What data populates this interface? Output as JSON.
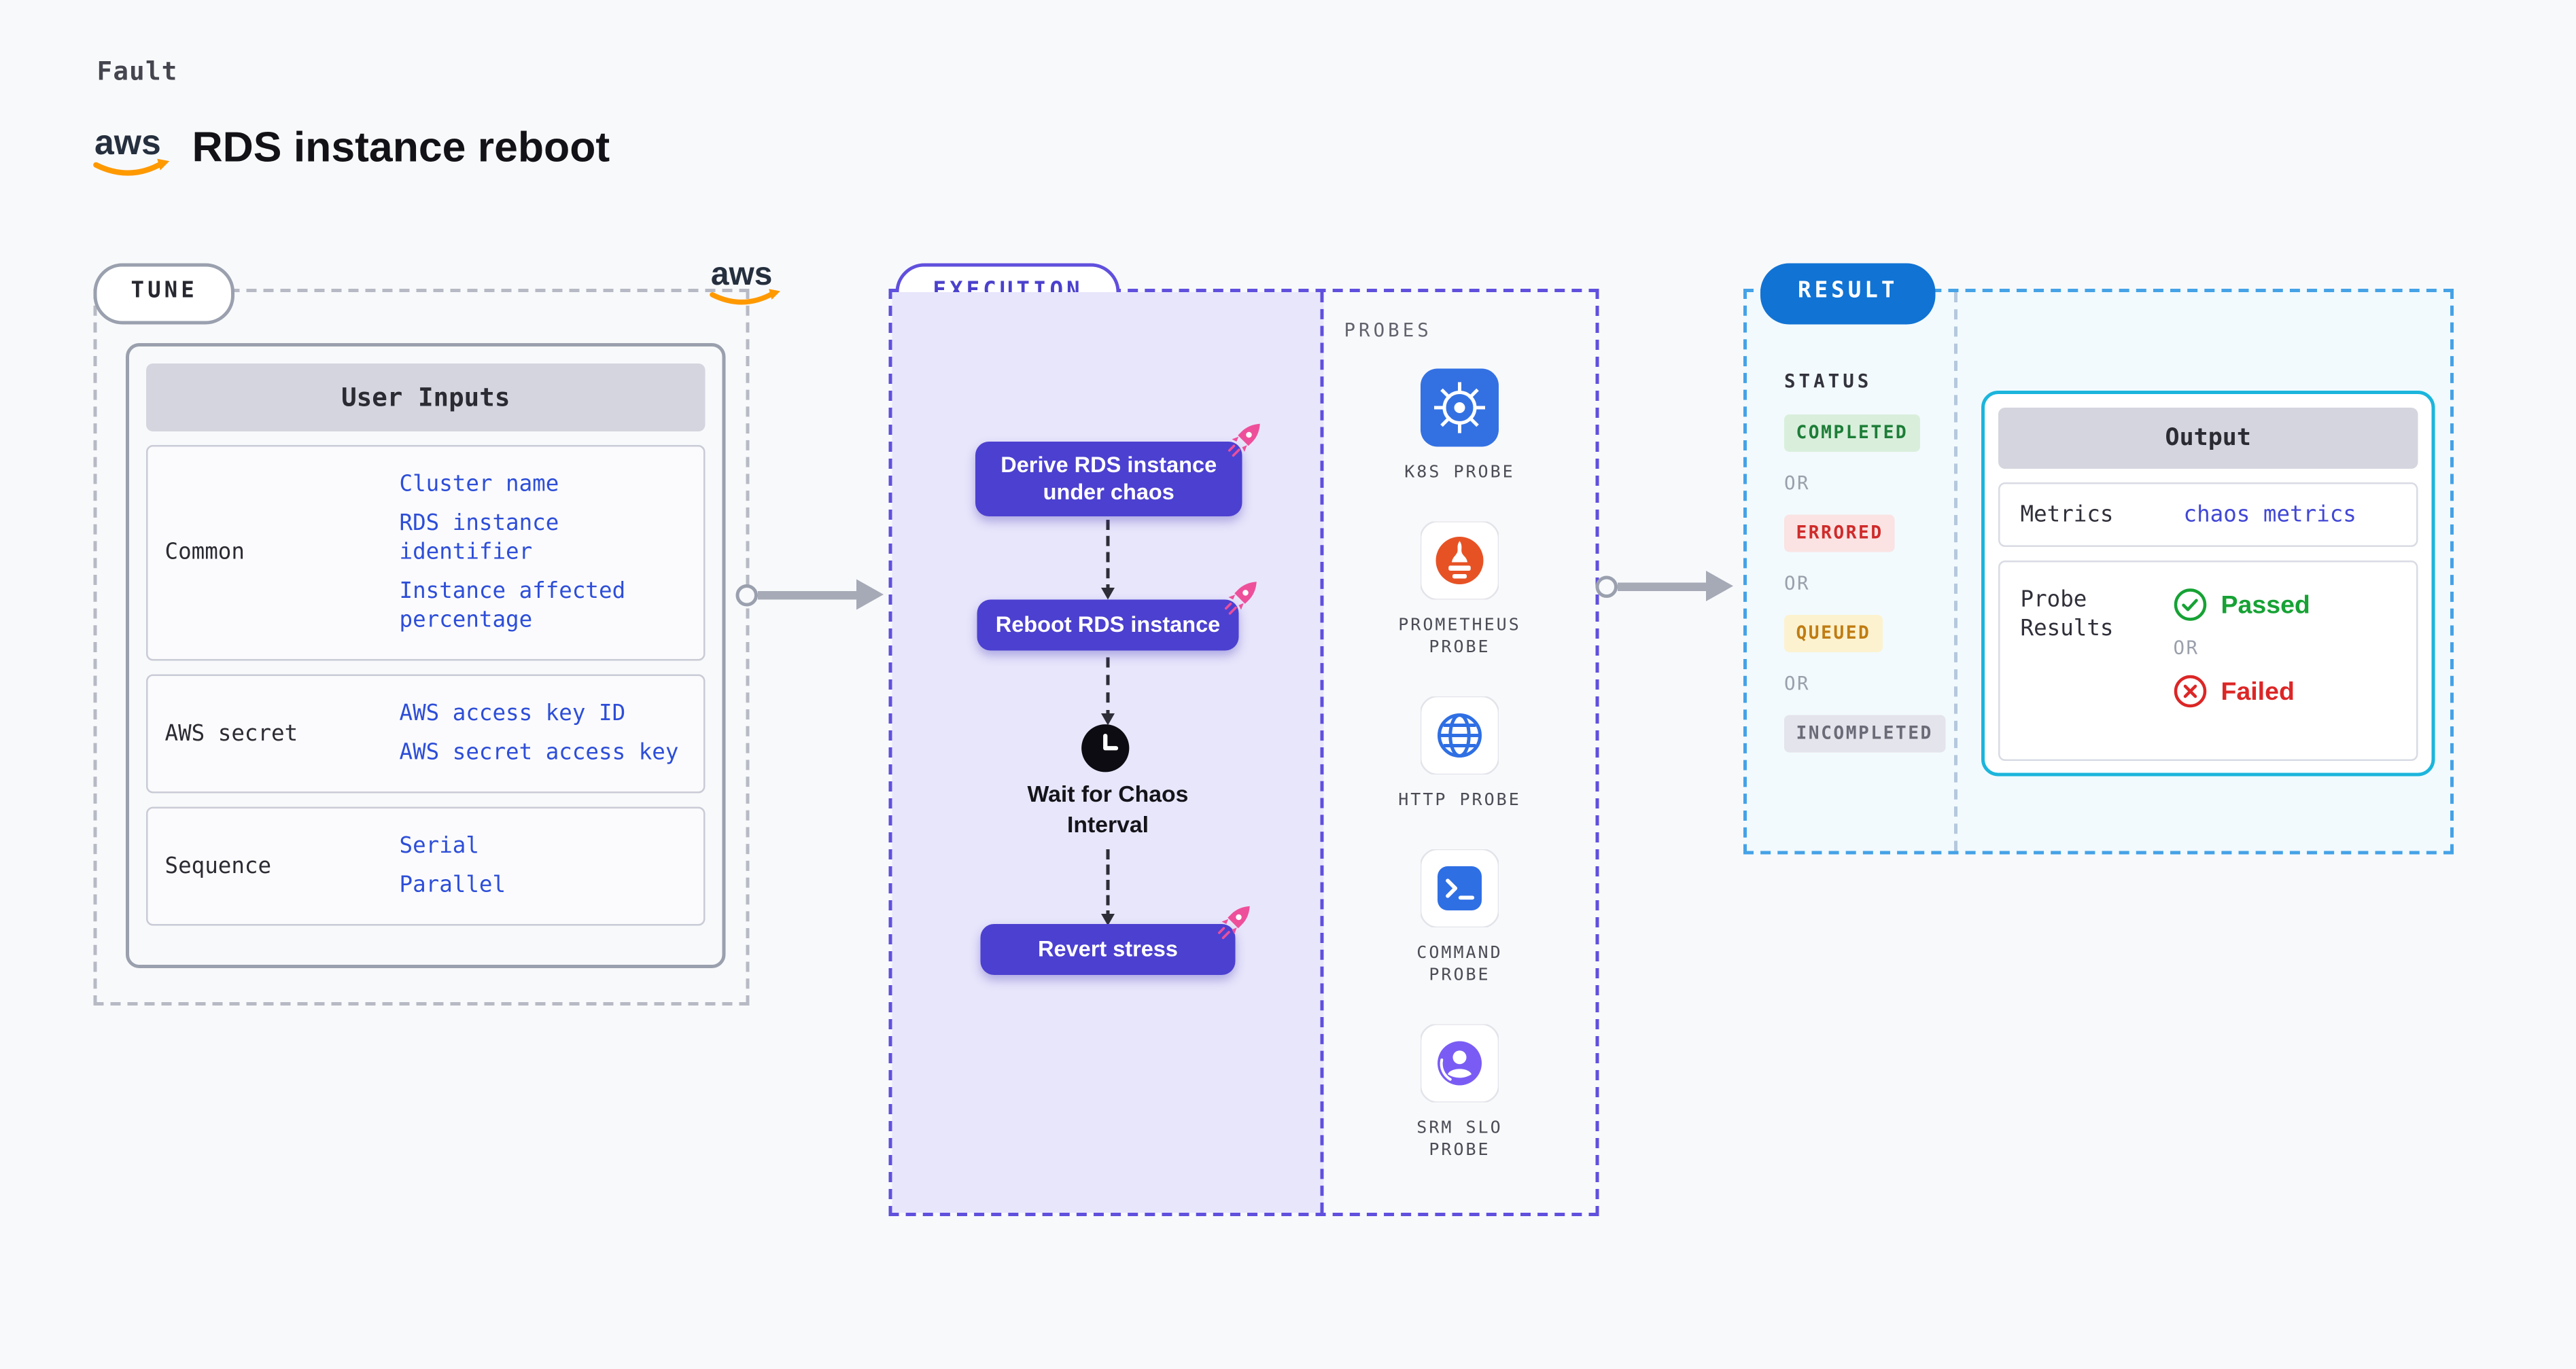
{
  "colors": {
    "bg": "#f8f9fb",
    "node-purple": "#4c40d0",
    "execution-fill": "#e8e6fb",
    "execution-border": "#6050dd",
    "result-blue": "#1173d4",
    "result-border": "#45a2e6",
    "result-fill": "#f2fafd",
    "output-border": "#1cb5dc",
    "link-blue": "#2d4ed8",
    "header-bar": "#d5d5df",
    "badge-completed-bg": "#d9efdc",
    "badge-completed-fg": "#1d7d37",
    "badge-errored-bg": "#fbe3e3",
    "badge-errored-fg": "#cf2b2b",
    "badge-queued-bg": "#fcf2cf",
    "badge-queued-fg": "#c07c12",
    "badge-incompleted-bg": "#e4e4ec",
    "badge-incompleted-fg": "#6b6b78",
    "passed-green": "#16a234",
    "failed-red": "#dc2626",
    "rocket-pink": "#ee4f9b",
    "aws-orange": "#ff9900"
  },
  "header": {
    "kicker": "Fault",
    "title": "RDS instance reboot"
  },
  "logos": {
    "aws_text": "aws"
  },
  "tune": {
    "label": "TUNE",
    "table_title": "User Inputs",
    "rows": [
      {
        "label": "Common",
        "values": [
          "Cluster name",
          "RDS instance identifier",
          "Instance affected percentage"
        ]
      },
      {
        "label": "AWS secret",
        "values": [
          "AWS access key ID",
          "AWS secret access key"
        ]
      },
      {
        "label": "Sequence",
        "values": [
          "Serial",
          "Parallel"
        ]
      }
    ]
  },
  "execution": {
    "label": "EXECUTION",
    "steps": [
      "Derive RDS instance under chaos",
      "Reboot RDS instance",
      "Revert stress"
    ],
    "wait_label": "Wait for Chaos Interval",
    "probes": {
      "label": "PROBES",
      "items": [
        {
          "label": "K8S PROBE",
          "icon": "kubernetes-probe-icon"
        },
        {
          "label": "PROMETHEUS PROBE",
          "icon": "prometheus-probe-icon"
        },
        {
          "label": "HTTP PROBE",
          "icon": "http-probe-icon"
        },
        {
          "label": "COMMAND PROBE",
          "icon": "command-probe-icon"
        },
        {
          "label": "SRM SLO PROBE",
          "icon": "srm-slo-probe-icon"
        }
      ]
    }
  },
  "result": {
    "label": "RESULT",
    "or_label": "OR",
    "status": {
      "label": "STATUS",
      "badges": [
        {
          "text": "COMPLETED",
          "kind": "completed"
        },
        {
          "text": "ERRORED",
          "kind": "errored"
        },
        {
          "text": "QUEUED",
          "kind": "queued"
        },
        {
          "text": "INCOMPLETED",
          "kind": "incompleted"
        }
      ]
    },
    "output": {
      "title": "Output",
      "metrics_label": "Metrics",
      "metrics_value": "chaos metrics",
      "probe_results_label": "Probe Results",
      "passed_label": "Passed",
      "failed_label": "Failed"
    }
  }
}
